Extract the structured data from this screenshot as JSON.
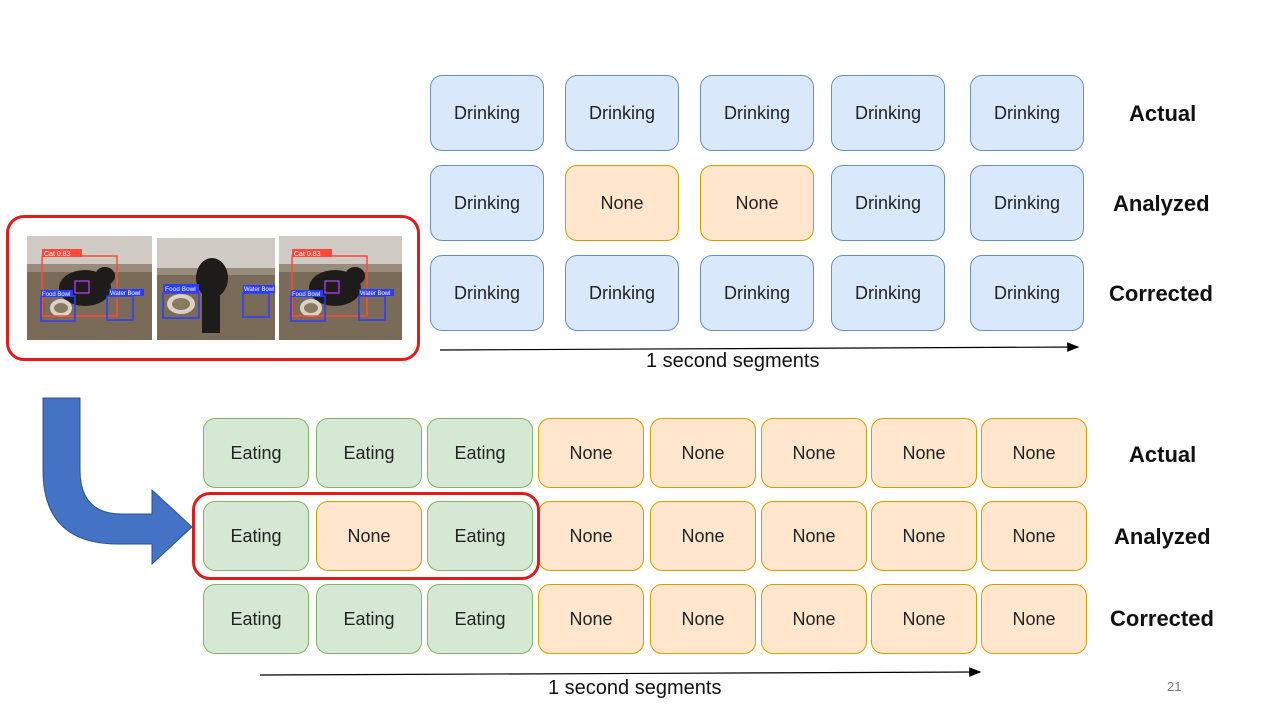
{
  "top": {
    "rows": [
      {
        "label": "Actual",
        "cells": [
          "Drinking",
          "Drinking",
          "Drinking",
          "Drinking",
          "Drinking"
        ]
      },
      {
        "label": "Analyzed",
        "cells": [
          "Drinking",
          "None",
          "None",
          "Drinking",
          "Drinking"
        ]
      },
      {
        "label": "Corrected",
        "cells": [
          "Drinking",
          "Drinking",
          "Drinking",
          "Drinking",
          "Drinking"
        ]
      }
    ],
    "axis_label": "1 second segments"
  },
  "bottom": {
    "rows": [
      {
        "label": "Actual",
        "cells": [
          "Eating",
          "Eating",
          "Eating",
          "None",
          "None",
          "None",
          "None",
          "None"
        ]
      },
      {
        "label": "Analyzed",
        "cells": [
          "Eating",
          "None",
          "Eating",
          "None",
          "None",
          "None",
          "None",
          "None"
        ]
      },
      {
        "label": "Corrected",
        "cells": [
          "Eating",
          "Eating",
          "Eating",
          "None",
          "None",
          "None",
          "None",
          "None"
        ]
      }
    ],
    "axis_label": "1 second segments"
  },
  "thumbnails": [
    {
      "labels": [
        "Cat 0.83",
        "Food Bowl",
        "Water Bowl"
      ]
    },
    {
      "labels": [
        "Food Bowl",
        "Water Bowl"
      ]
    },
    {
      "labels": [
        "Cat 0.83",
        "Food Bowl",
        "Water Bowl"
      ]
    }
  ],
  "page_number": "21",
  "colors": {
    "drinking": "#dae8fc",
    "none": "#ffe6cc",
    "eating": "#d5e8d4",
    "highlight": "#e11b1b",
    "arrow": "#4472c4"
  }
}
